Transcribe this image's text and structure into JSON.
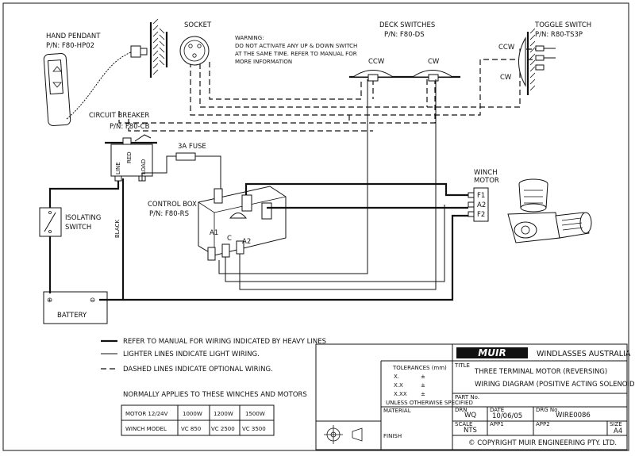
{
  "components": {
    "hand_pendant": {
      "name": "HAND PENDANT",
      "part": "P/N: F80-HP02"
    },
    "socket": {
      "name": "SOCKET"
    },
    "warning": {
      "line1": "WARNING:",
      "line2": "DO NOT ACTIVATE ANY UP & DOWN SWITCH",
      "line3": "AT THE SAME TIME. REFER TO MANUAL FOR",
      "line4": "MORE INFORMATION"
    },
    "deck_switches": {
      "name": "DECK SWITCHES",
      "part": "P/N: F80-DS",
      "ccw": "CCW",
      "cw": "CW"
    },
    "toggle_switch": {
      "name": "TOGGLE SWITCH",
      "part": "P/N: R80-TS3P",
      "ccw": "CCW",
      "cw": "CW"
    },
    "circuit_breaker": {
      "name": "CIRCUIT BREAKER",
      "part": "P/N: F80-CB",
      "line_label": "LINE",
      "load_label": "LOAD",
      "red_label": "RED"
    },
    "fuse": {
      "name": "3A FUSE"
    },
    "control_box": {
      "name": "CONTROL BOX",
      "part": "P/N: F80-RS",
      "a1": "A1",
      "c": "C",
      "a2": "A2"
    },
    "winch_motor": {
      "line1": "WINCH",
      "line2": "MOTOR",
      "f1": "F1",
      "a2": "A2",
      "f2": "F2"
    },
    "isolating_switch": {
      "line1": "ISOLATING",
      "line2": "SWITCH"
    },
    "battery": {
      "name": "BATTERY",
      "plus": "⊕",
      "minus": "⊖"
    },
    "black_label": "BLACK"
  },
  "legend": {
    "heavy": "REFER TO MANUAL FOR WIRING INDICATED BY HEAVY LINES",
    "light": "LIGHTER LINES INDICATE LIGHT WIRING.",
    "dashed": "DASHED LINES INDICATE OPTIONAL WIRING."
  },
  "applies_text": "NORMALLY APPLIES TO THESE WINCHES AND MOTORS",
  "applies_table": {
    "rows": [
      [
        "MOTOR 12/24V",
        "1000W",
        "1200W",
        "1500W"
      ],
      [
        "WINCH MODEL",
        "VC 850",
        "VC 2500",
        "VC 3500"
      ]
    ]
  },
  "title_block": {
    "logo": "MUIR",
    "company": "WINDLASSES AUSTRALIA",
    "tolerances_label": "TOLERANCES (mm)",
    "tol_x": "X.",
    "tol_xx": "X.X",
    "tol_xxx": "X.XX",
    "tol_pm": "±",
    "tol_note": "UNLESS OTHERWISE SPECIFIED",
    "material_label": "MATERIAL",
    "finish_label": "FINISH",
    "title_label": "TITLE",
    "title_line1": "THREE TERMINAL MOTOR  (REVERSING)",
    "title_line2": "WIRING DIAGRAM (POSITIVE ACTING SOLENOID)",
    "partno_label": "PART No.",
    "drn_label": "DRN",
    "drn_value": "WQ",
    "date_label": "DATE",
    "date_value": "10/06/05",
    "drgno_label": "DRG No.",
    "drgno_value": "WIRE0086",
    "scale_label": "SCALE",
    "scale_value": "NTS",
    "app1_label": "APP1",
    "app2_label": "APP2",
    "size_label": "SIZE",
    "size_value": "A4",
    "copyright": "© COPYRIGHT MUIR ENGINEERING PTY. LTD."
  }
}
